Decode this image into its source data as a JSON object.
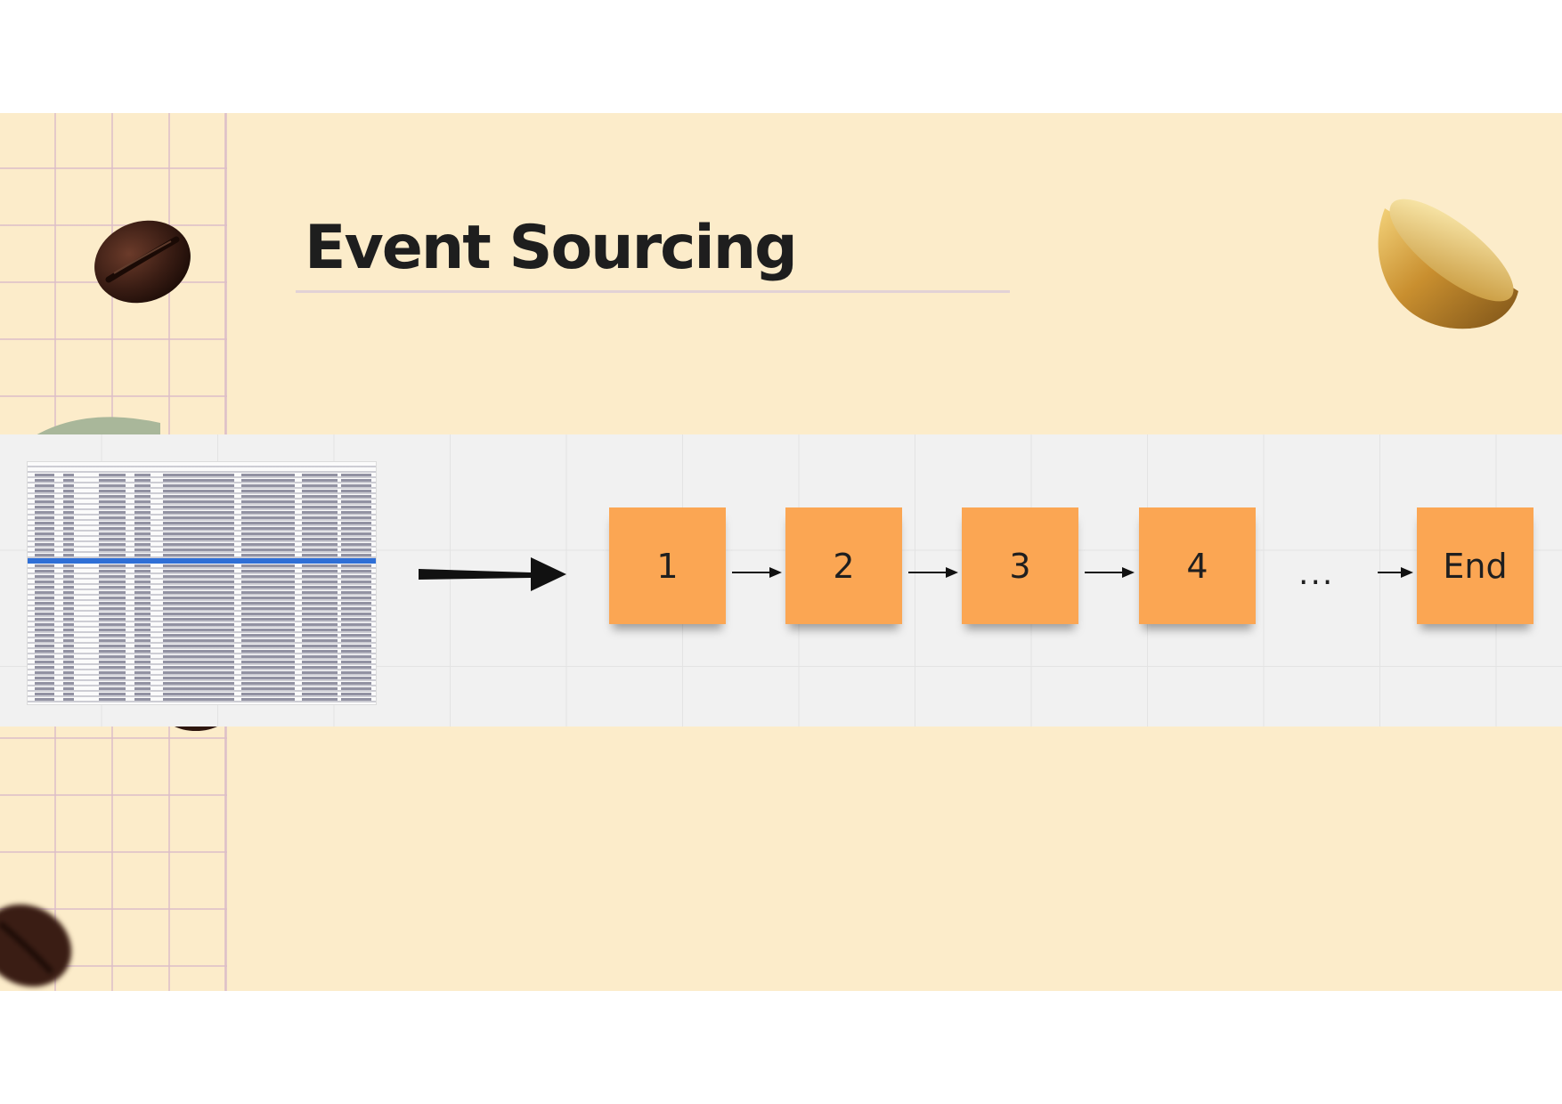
{
  "slide": {
    "title": "Event Sourcing",
    "background_color": "#fcecca",
    "accent_color": "#fba653"
  },
  "diagram": {
    "source_label": "",
    "nodes": [
      {
        "label": "1"
      },
      {
        "label": "2"
      },
      {
        "label": "3"
      },
      {
        "label": "4"
      }
    ],
    "ellipsis": "...",
    "end_node": {
      "label": "End"
    }
  },
  "decorations": [
    "coffee-bean-icon",
    "golden-bowl-icon",
    "leaf-icon"
  ]
}
